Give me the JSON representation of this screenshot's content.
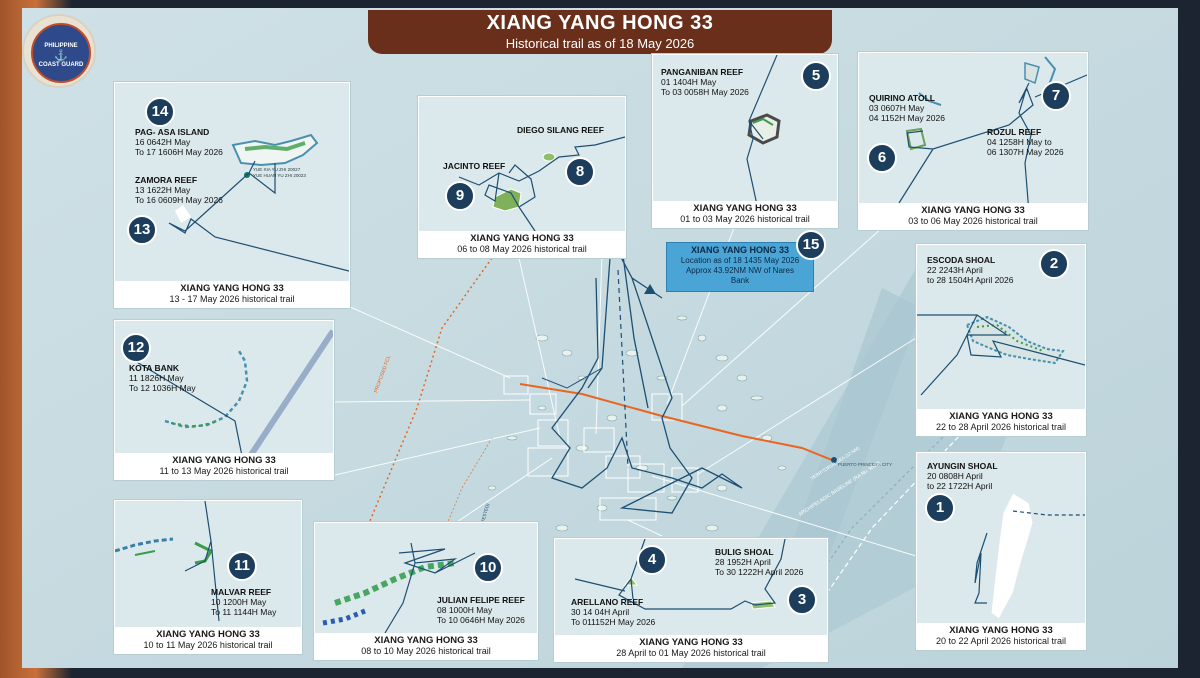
{
  "header": {
    "title": "XIANG YANG HONG 33",
    "subtitle": "Historical trail as of 18 May 2026"
  },
  "logo": {
    "text_top": "PHILIPPINE",
    "text_bottom": "COAST GUARD",
    "icon": "coast-guard-seal-icon"
  },
  "callout": {
    "line1": "XIANG YANG HONG 33",
    "line2": "Location as of 18 1435  May 2026",
    "line3": "Approx 43.92NM NW of Nares",
    "line4": "Bank",
    "number": "15"
  },
  "panels": {
    "p14": {
      "badge14": "14",
      "badge13": "13",
      "place1": "PAG- ASA ISLAND",
      "time1a": "16 0642H May",
      "time1b": "To 17 1606H May  2026",
      "place2": "ZAMORA REEF",
      "time2a": "13 1622H May",
      "time2b": "To 16 0609H May 2026",
      "tiny1": "YUE XIA YU ZHI 20027",
      "tiny2": "YUE HUAN YU ZHI 20023",
      "cap1": "XIANG YANG HONG 33",
      "cap2": "13 - 17 May  2026 historical trail"
    },
    "p89": {
      "badge9": "9",
      "badge8": "8",
      "place1": "DIEGO SILANG REEF",
      "place2": "JACINTO REEF",
      "cap1": "XIANG YANG HONG 33",
      "cap2": "06 to 08 May 2026 historical trail"
    },
    "p5": {
      "badge": "5",
      "place": "PANGANIBAN REEF",
      "time1": "01 1404H May",
      "time2": "To 03 0058H May 2026",
      "cap1": "XIANG YANG HONG 33",
      "cap2": "01 to 03 May 2026 historical trail"
    },
    "p67": {
      "badge7": "7",
      "badge6": "6",
      "place1": "QUIRINO ATOLL",
      "time1a": "03  0607H May",
      "time1b": "04 1152H May 2026",
      "place2": "ROZUL REEF",
      "time2a": "04 1258H May  to",
      "time2b": "06 1307H May 2026",
      "cap1": "XIANG YANG HONG 33",
      "cap2": "03 to 06  May 2026 historical trail"
    },
    "p12": {
      "badge": "12",
      "place": "KOTA BANK",
      "time1": "11 1826H May",
      "time2": "To 12 1036H May",
      "cap1": "XIANG YANG HONG 33",
      "cap2": "11 to 13 May  2026 historical trail"
    },
    "p2": {
      "badge": "2",
      "place": "ESCODA SHOAL",
      "time1": "22 2243H April",
      "time2": "to 28 1504H April  2026",
      "cap1": "XIANG YANG HONG 33",
      "cap2": "22 to  28 April  2026 historical trail"
    },
    "p1": {
      "badge": "1",
      "place": "AYUNGIN SHOAL",
      "time1": "20 0808H  April",
      "time2": "to 22 1722H April",
      "cap1": "XIANG YANG HONG 33",
      "cap2": "20 to  22 April  2026 historical trail"
    },
    "p11": {
      "badge": "11",
      "place": "MALVAR REEF",
      "time1": "10 1200H May",
      "time2": "To 11 1144H May",
      "cap1": "XIANG YANG HONG 33",
      "cap2": "10 to 11 May 2026 historical trail"
    },
    "p10": {
      "badge": "10",
      "place": "JULIAN FELIPE REEF",
      "time1": "08 1000H May",
      "time2": "To 10 0646H May 2026",
      "cap1": "XIANG YANG HONG 33",
      "cap2": "08 to 10 May 2026 historical trail"
    },
    "p34": {
      "badge4": "4",
      "badge3": "3",
      "place1": "BULIG SHOAL",
      "time1a": "28 1952H April",
      "time1b": "To 30 1222H April 2026",
      "place2": "ARELLANO REEF",
      "time2a": "30 14 04H April",
      "time2b": "To 011152H May 2026",
      "cap1": "XIANG YANG HONG 33",
      "cap2": "28 April  to 01 May 2026 historical trail"
    }
  },
  "map_labels": {
    "fcl": "PROPOSED FCL",
    "city": "PUERTO PRINCESA CITY",
    "baseline": "ARCHIPELAGIC BASELINE (RA No. 9522)",
    "eez": "TERRITORIAL SEA (12 NM)",
    "kpa": "PHILIPPINE FCL (CONTESTED)"
  },
  "colors": {
    "trail": "#1d4f73",
    "route": "#e8661f",
    "banner": "#6a2f1a",
    "badge": "#1d3d5c",
    "callout": "#4aa4d6"
  }
}
